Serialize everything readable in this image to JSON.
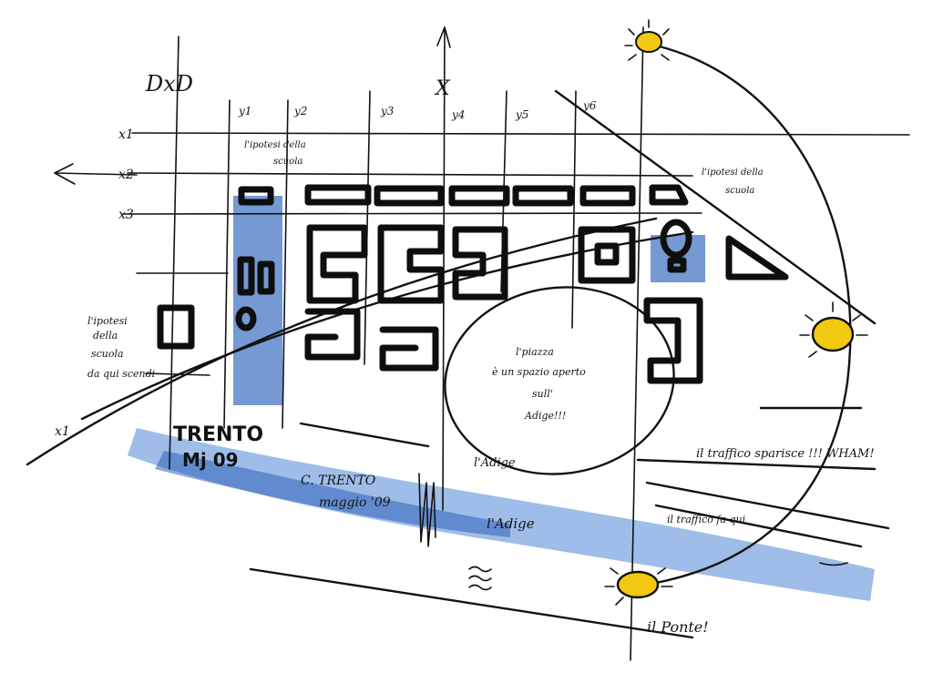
{
  "colors": {
    "ink": "#121212",
    "blue": "#3a6fc0",
    "sun": "#f2c811",
    "paper": "#ffffff"
  },
  "axis_labels": {
    "top_left": "DxD",
    "top_mid": "X",
    "row1": "x1",
    "row2": "x2",
    "row3": "x3",
    "col1": "y1",
    "col2": "y2",
    "col3": "y3",
    "col4": "y4",
    "col5": "y5",
    "col6": "y6",
    "bottom_left": "x1"
  },
  "notes": {
    "top_note_line1": "l'ipotesi della",
    "top_note_line2": "scuola",
    "right_note_line1": "l'ipotesi della",
    "right_note_line2": "scuola",
    "left_note_line1": "l'ipotesi",
    "left_note_line2": "della",
    "left_note_line3": "scuola",
    "left_note_line4": "da qui scendi",
    "center_note_line1": "l'piazza",
    "center_note_line2": "è un spazio aperto",
    "center_note_line3": "sull'",
    "center_note_line4": "Adige!!!",
    "trento_title": "TRENTO",
    "trento_date": "Mj 09",
    "trento_sig_line1": "C. TRENTO",
    "trento_sig_line2": "maggio '09",
    "adige_label": "l'Adige",
    "lidia_label": "l'Adige",
    "traffic_right": "il traffico sparisce !!! WHAM!",
    "traffic_bottom": "il traffico fa qui",
    "ponte": "il Ponte!"
  },
  "suns": [
    "sun-top",
    "sun-right",
    "sun-bottom"
  ]
}
